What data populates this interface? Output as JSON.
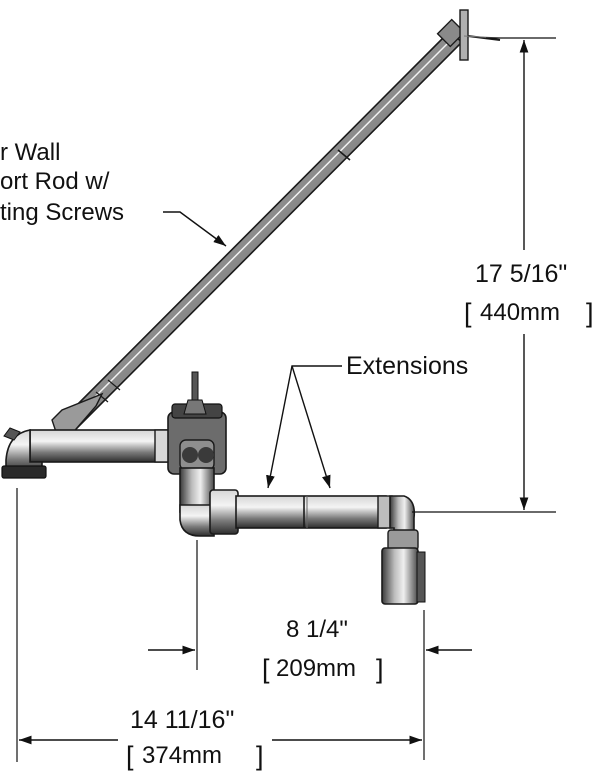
{
  "labels": {
    "support_rod_line1": "r Wall",
    "support_rod_line2": "ort Rod w/",
    "support_rod_line3": "ting Screws",
    "extensions": "Extensions"
  },
  "dimensions": {
    "height_imperial": "17 5/16\"",
    "height_metric": "440mm",
    "height_bracket_open": "[",
    "height_bracket_close": "]",
    "reach_imperial": "8 1/4\"",
    "reach_metric": "209mm",
    "reach_bracket_open": "[",
    "reach_bracket_close": "]",
    "overall_imperial": "14 11/16\"",
    "overall_metric": "374mm",
    "overall_bracket_open": "[",
    "overall_bracket_close": "]"
  }
}
